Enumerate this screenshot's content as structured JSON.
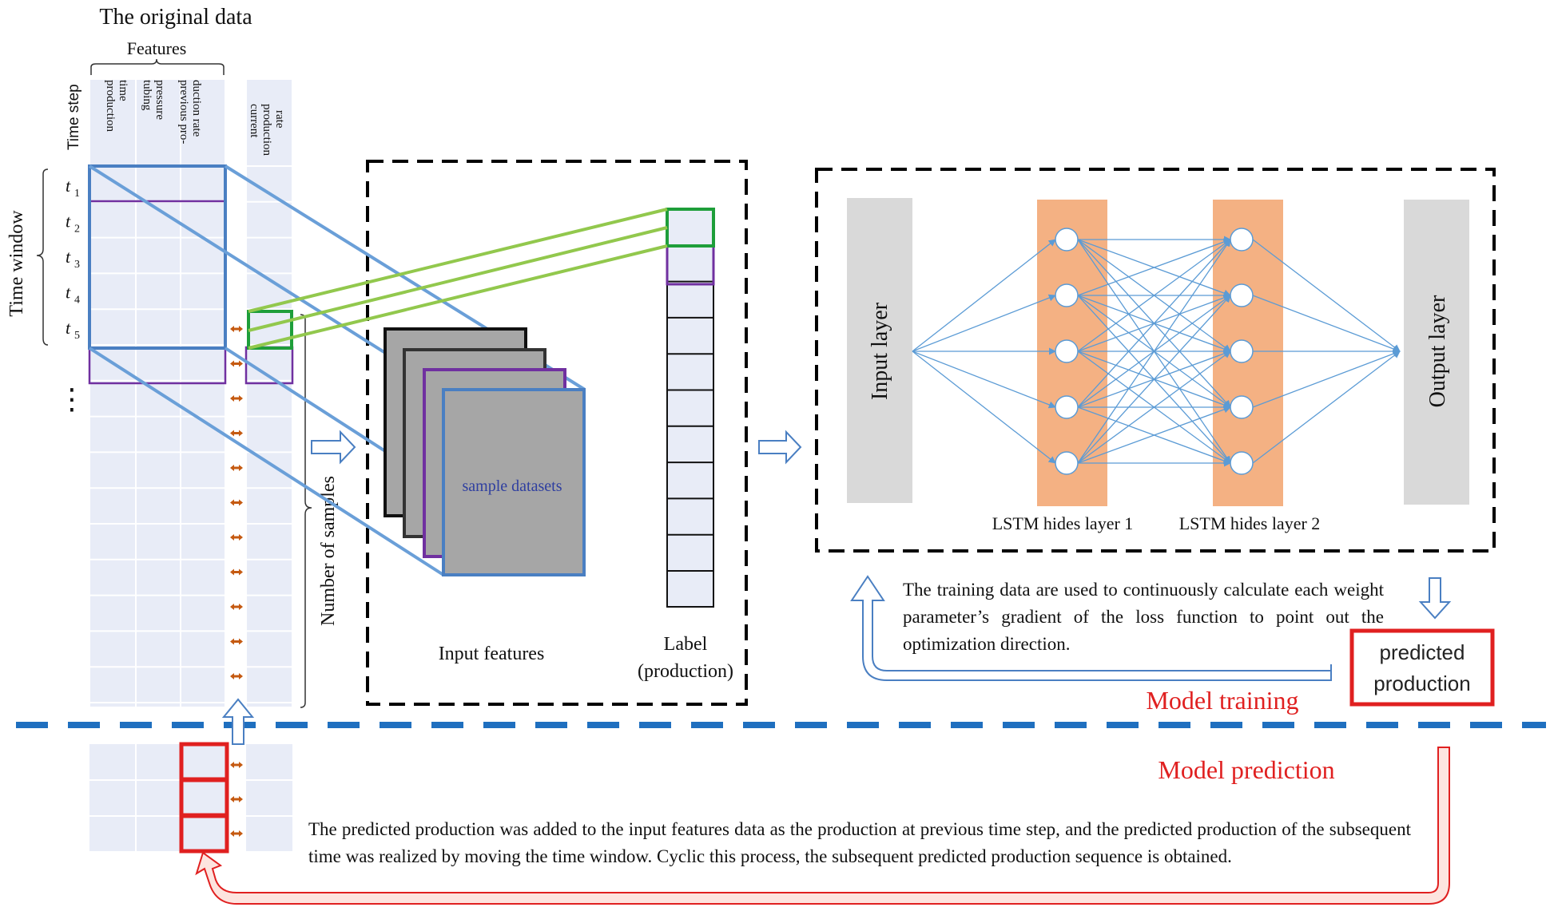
{
  "original_data": {
    "title": "The original data",
    "features_label": "Features",
    "time_step_label": "Time step",
    "time_window_label": "Time window",
    "columns": [
      [
        "production",
        "time"
      ],
      [
        "tubing",
        "pressure"
      ],
      [
        "previous pro-",
        "duction rate"
      ]
    ],
    "label_column": [
      "current",
      "production",
      "rate"
    ],
    "time_steps": [
      {
        "base": "t",
        "sub": "1"
      },
      {
        "base": "t",
        "sub": "2"
      },
      {
        "base": "t",
        "sub": "3"
      },
      {
        "base": "t",
        "sub": "4"
      },
      {
        "base": "t",
        "sub": "5"
      }
    ],
    "ellipsis": "⋮",
    "num_samples_label": "Number of samples"
  },
  "samples": {
    "stack_label": "sample datasets",
    "input_features_label": "Input features",
    "label_line1": "Label",
    "label_line2": "(production)"
  },
  "network": {
    "input_layer": "Input layer",
    "output_layer": "Output layer",
    "hidden1": "LSTM hides layer 1",
    "hidden2": "LSTM hides layer 2"
  },
  "training": {
    "text": "The training data are used to continuously calculate each weight parameter’s gradient of the loss function to point out the optimization direction.",
    "section_label": "Model training",
    "predicted_line1": "predicted",
    "predicted_line2": "production"
  },
  "prediction": {
    "section_label": "Model prediction",
    "text": "The predicted production was added to the input features data as the production at previous time step, and the predicted production of the subsequent time was realized by moving the time window. Cyclic this process, the subsequent predicted production sequence is obtained."
  },
  "colors": {
    "grid_fill": "#e8ecf7",
    "blue_frame": "#4a7fc2",
    "purple_frame": "#7030a0",
    "green_frame": "#1e9e3a",
    "green_line": "#92c84d",
    "red": "#e02020",
    "orange_arrow": "#c55a11",
    "lstm_fill": "#f4b183",
    "gray_layer": "#d9d9d9",
    "network_line": "#5b9bd5",
    "dash_blue": "#1f6fbf",
    "label_text_blue": "#2f3fa0"
  }
}
